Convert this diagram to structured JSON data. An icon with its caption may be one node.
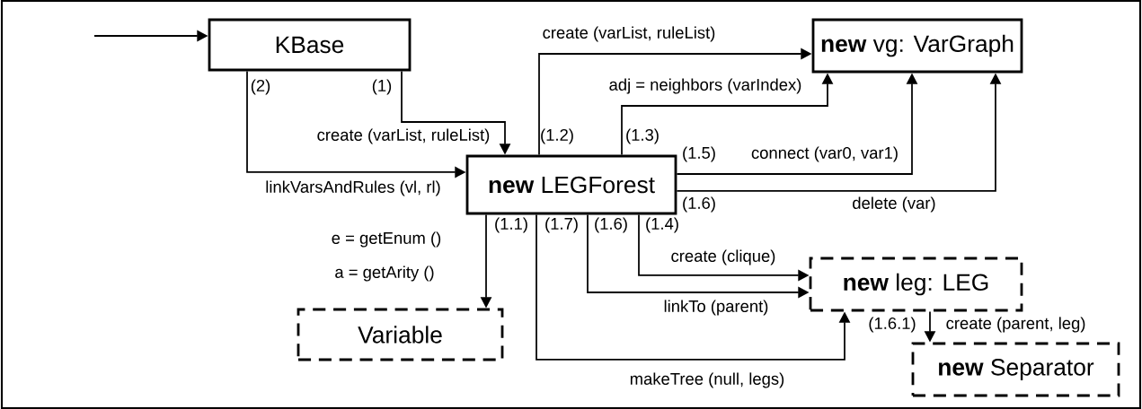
{
  "diagram": {
    "nodes": [
      {
        "text": [
          "KBase"
        ]
      },
      {
        "text": [
          "**new** vg: VarGraph"
        ]
      },
      {
        "text": [
          "**new** LEGForest"
        ]
      },
      {
        "text": [
          "**new** leg: LEG"
        ]
      },
      {
        "text": [
          "Variable"
        ]
      },
      {
        "text": [
          "**new** Separator"
        ]
      }
    ],
    "edges": [
      {
        "from": null,
        "to": 0,
        "arrow": "to"
      },
      {
        "from": 0,
        "to": 2,
        "arrow": "to",
        "label": "create (varList, ruleList)"
      },
      {
        "from": 0,
        "to": 2,
        "arrow": "to",
        "label": "linkVarsAndRules (vl, rl)"
      },
      {
        "from": 2,
        "to": 1,
        "arrow": "to",
        "label": "create (varList, ruleList)"
      },
      {
        "from": 2,
        "to": 1,
        "arrow": "to",
        "label": "adj = neighbors (varIndex)"
      },
      {
        "from": 2,
        "to": 1,
        "arrow": "to",
        "label": "connect (var0, var1)"
      },
      {
        "from": 2,
        "to": 1,
        "arrow": "to",
        "label": "delete (var)"
      },
      {
        "from": 2,
        "to": 4,
        "arrow": "to",
        "label": "e = getEnum ()"
      },
      {
        "from": 2,
        "to": 3,
        "arrow": "to",
        "label": "create (clique)"
      },
      {
        "from": 2,
        "to": 3,
        "arrow": "to",
        "label": "linkTo (parent)"
      },
      {
        "from": 2,
        "to": 3,
        "arrow": "to",
        "label": "makeTree (null, legs)"
      },
      {
        "from": 3,
        "to": 5,
        "arrow": "to",
        "label": "create (parent, leg)"
      }
    ],
    "labels": [
      "(2)",
      "(1)",
      "(1.2)",
      "(1.3)",
      "(1.5)",
      "(1.6)",
      "(1.1)",
      "(1.7)",
      "(1.6)",
      "(1.4)",
      "a = getArity ()",
      "(1.6.1)"
    ]
  }
}
